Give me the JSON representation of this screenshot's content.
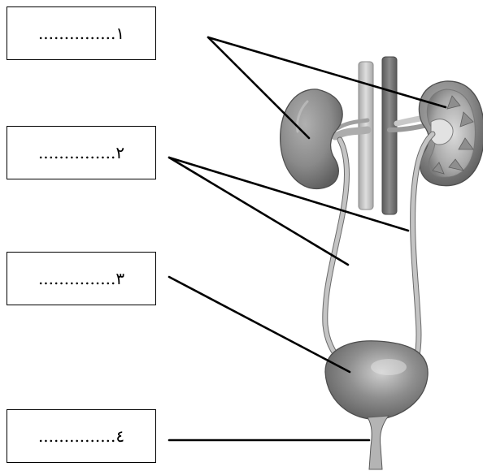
{
  "labels": [
    {
      "id": "1",
      "text": "...............١"
    },
    {
      "id": "2",
      "text": "...............٢"
    },
    {
      "id": "3",
      "text": "...............٣"
    },
    {
      "id": "4",
      "text": "...............٤"
    }
  ],
  "colors": {
    "line": "#000000",
    "kidney": "#8a8a8a",
    "vessel_light": "#c4c4c4",
    "vessel_dark": "#7a7a7a",
    "ureter": "#b5b5b5",
    "bladder": "#8c8c8c"
  }
}
